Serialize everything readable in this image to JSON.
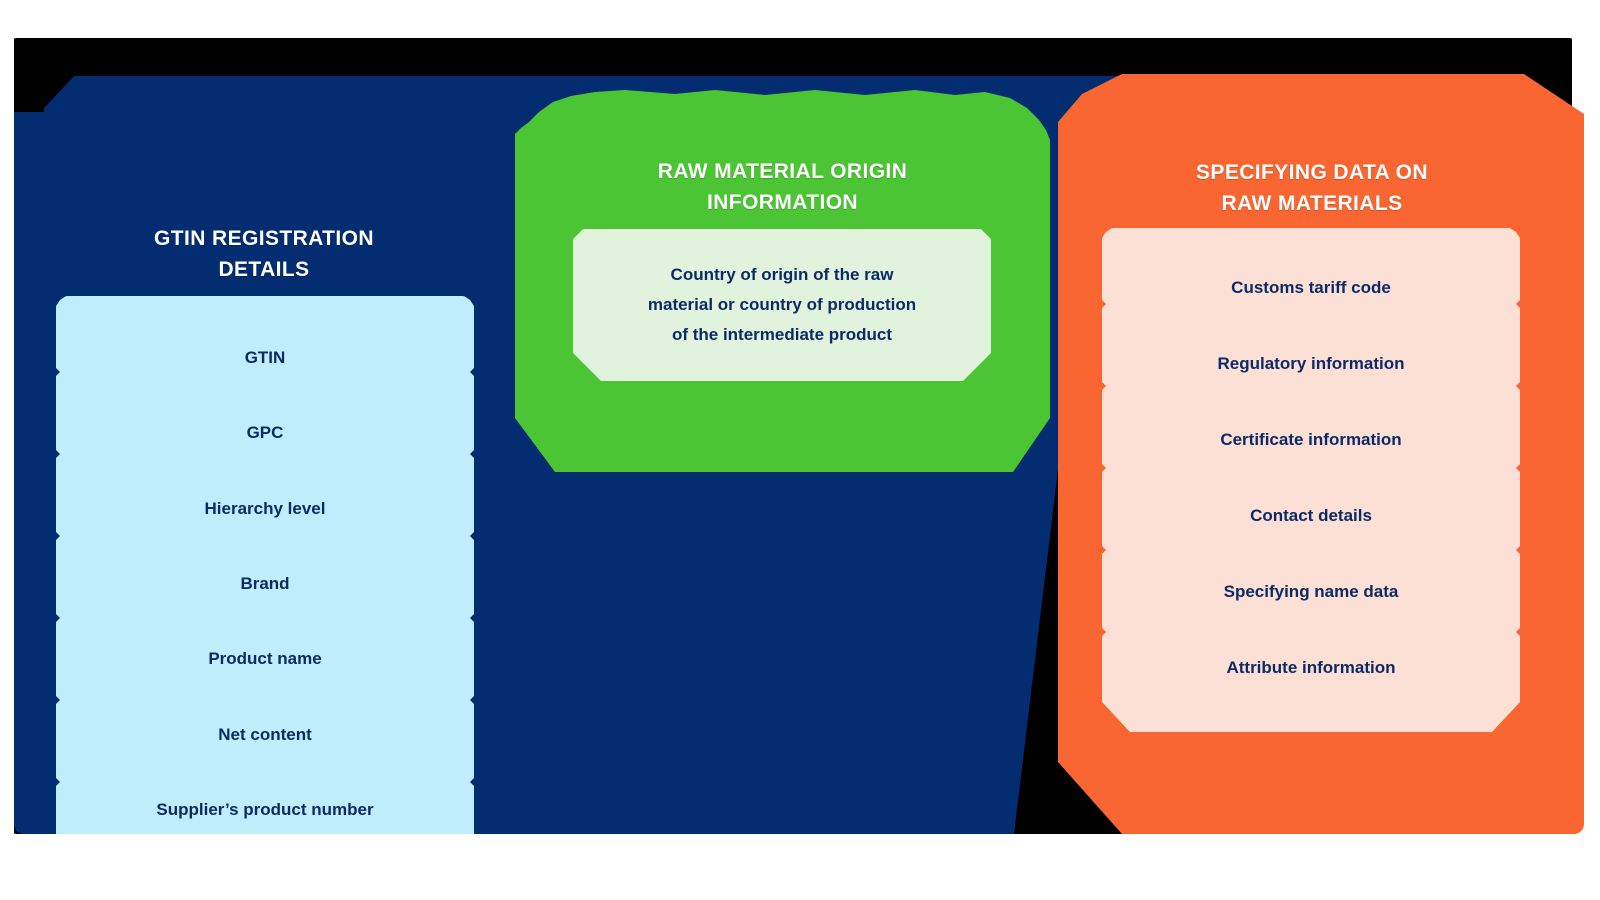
{
  "diagram": {
    "title": "Product and raw material data groups",
    "colors": {
      "navy_panel": "#032C71",
      "green_panel": "#4BC534",
      "orange_panel": "#FA6631",
      "light_blue_card": "#BFEDFB",
      "light_green_card": "#E1F3DC",
      "light_pink_card": "#FDE0D5",
      "text_navy": "#0C2A66",
      "title_white": "#FFFFFF",
      "backdrop_black": "#000000"
    },
    "panels": [
      {
        "id": "gtin-registration",
        "title": "GTIN REGISTRATION\nDETAILS",
        "items": [
          "GTIN",
          "GPC",
          "Hierarchy level",
          "Brand",
          "Product name",
          "Net content",
          "Supplier’s product number"
        ]
      },
      {
        "id": "raw-material-origin",
        "title": "RAW MATERIAL ORIGIN\nINFORMATION",
        "paragraph": "Country of origin of the raw\nmaterial or country of production\nof the intermediate product"
      },
      {
        "id": "specifying-data",
        "title": "SPECIFYING DATA ON\nRAW MATERIALS",
        "items": [
          "Customs tariff code",
          "Regulatory information",
          "Certificate information",
          "Contact details",
          "Specifying name data",
          "Attribute information"
        ]
      }
    ]
  }
}
